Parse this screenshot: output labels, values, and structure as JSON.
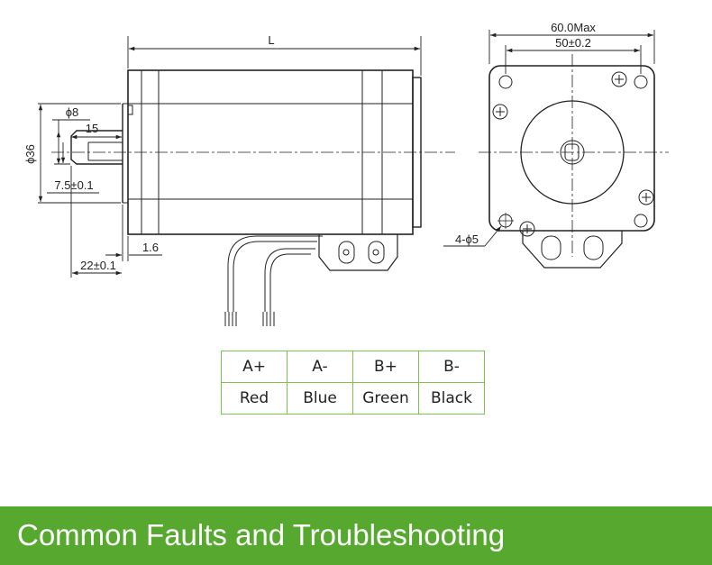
{
  "dimensions": {
    "length": "L",
    "shaft_diameter": "ϕ8",
    "shaft_length": "15",
    "boss_diameter": "ϕ36",
    "flat_depth": "7.5±0.1",
    "flange_thickness": "1.6",
    "shaft_extension": "22±0.1",
    "frame_size": "60.0Max",
    "hole_spacing": "50±0.2",
    "mount_holes": "4-ϕ5"
  },
  "wiring": {
    "phases": [
      "A+",
      "A-",
      "B+",
      "B-"
    ],
    "colors": [
      "Red",
      "Blue",
      "Green",
      "Black"
    ]
  },
  "banner": {
    "title": "Common Faults and Troubleshooting"
  },
  "colors": {
    "banner": "#56a92e",
    "table_border": "#7cc44e",
    "line": "#222222"
  }
}
